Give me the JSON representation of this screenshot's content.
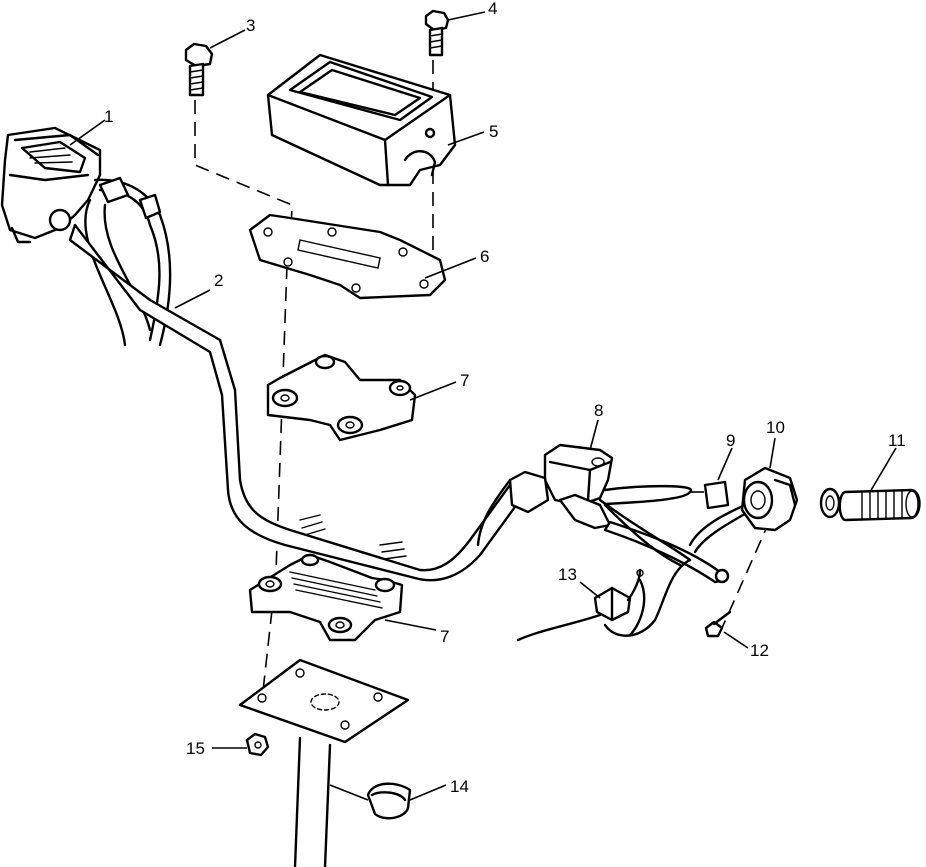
{
  "diagram": {
    "callouts": [
      {
        "id": "1",
        "label": "1"
      },
      {
        "id": "2",
        "label": "2"
      },
      {
        "id": "3",
        "label": "3"
      },
      {
        "id": "4",
        "label": "4"
      },
      {
        "id": "5",
        "label": "5"
      },
      {
        "id": "6",
        "label": "6"
      },
      {
        "id": "7a",
        "label": "7"
      },
      {
        "id": "7b",
        "label": "7"
      },
      {
        "id": "8",
        "label": "8"
      },
      {
        "id": "9",
        "label": "9"
      },
      {
        "id": "10",
        "label": "10"
      },
      {
        "id": "11",
        "label": "11"
      },
      {
        "id": "12",
        "label": "12"
      },
      {
        "id": "13",
        "label": "13"
      },
      {
        "id": "14",
        "label": "14"
      },
      {
        "id": "15",
        "label": "15"
      }
    ],
    "colors": {
      "line": "#000000",
      "background": "#ffffff"
    }
  }
}
